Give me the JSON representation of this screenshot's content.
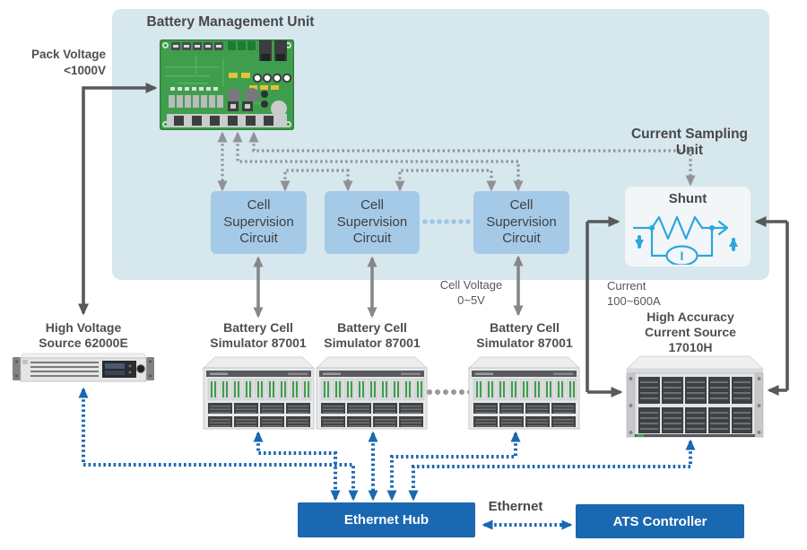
{
  "bmu": {
    "title": "Battery Management Unit"
  },
  "pack_voltage": {
    "line1": "Pack Voltage",
    "line2": "<1000V"
  },
  "current_sampling": {
    "title": "Current Sampling Unit"
  },
  "shunt": {
    "title": "Shunt",
    "meter_label": "I"
  },
  "csc": {
    "line1": "Cell",
    "line2": "Supervision",
    "line3": "Circuit"
  },
  "cell_voltage": {
    "line1": "Cell Voltage",
    "line2": "0~5V"
  },
  "current_range": {
    "line1": "Current",
    "line2": "100~600A"
  },
  "equipment": {
    "hv_source": {
      "line1": "High Voltage",
      "line2": "Source 62000E"
    },
    "simulator": {
      "line1": "Battery Cell",
      "line2": "Simulator 87001"
    },
    "current_source": {
      "line1": "High Accuracy",
      "line2": "Current Source",
      "line3": "17010H"
    }
  },
  "network": {
    "hub_label": "Ethernet Hub",
    "ethernet_label": "Ethernet",
    "ats_label": "ATS Controller"
  },
  "colors": {
    "panel": "#D7E7EE",
    "csc_box": "#A5CAE8",
    "network_blue": "#1A68B2",
    "circuit_cyan": "#2BA7DD",
    "dash_gray": "#909295",
    "dark_arrow": "#58595B"
  }
}
